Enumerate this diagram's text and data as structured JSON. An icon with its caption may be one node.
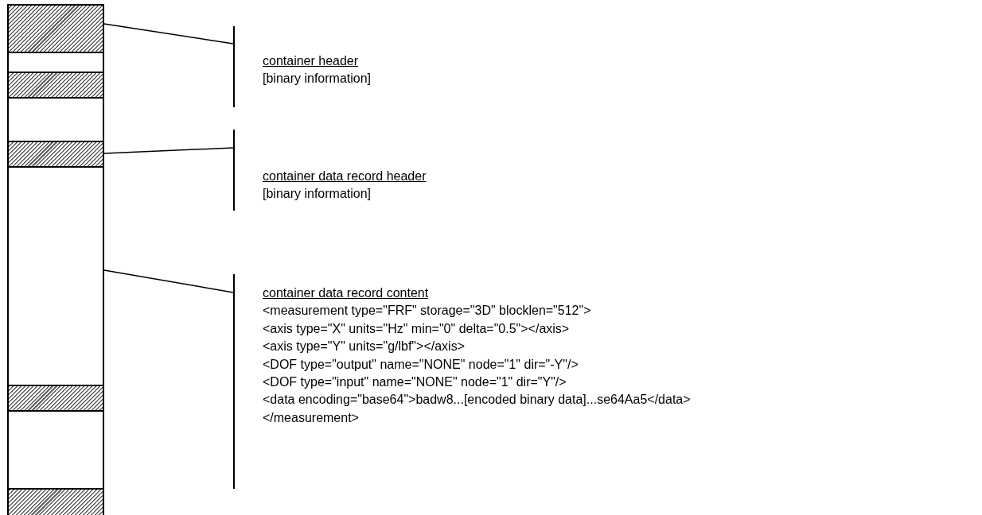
{
  "diagram": {
    "nodes": [
      {
        "text": [],
        "shape": "box"
      },
      {
        "text": [],
        "shape": "bar",
        "in": 0
      },
      {
        "text": [],
        "shape": "bar",
        "in": 0
      },
      {
        "text": [],
        "shape": "bar",
        "in": 0
      },
      {
        "text": [],
        "shape": "bar",
        "in": 0
      },
      {
        "text": [],
        "shape": "bar",
        "in": 0
      },
      {
        "text": [
          "container header",
          "[binary information]"
        ]
      },
      {
        "text": [
          "container data record header",
          "[binary information]"
        ]
      },
      {
        "text": [
          "container data record content",
          "<measurement type=\"FRF\" storage=\"3D\" blocklen=\"512\">",
          "<axis type=\"X\" units=\"Hz\" min=\"0\" delta=\"0.5\"></axis>",
          "<axis type=\"Y\" units=\"g/lbf\"></axis>",
          "<DOF type=\"output\" name=\"NONE\" node=\"1\" dir=\"-Y\"/>",
          "<DOF type=\"input\" name=\"NONE\" node=\"1\" dir=\"Y\"/>",
          "<data encoding=\"base64\">badw8...[encoded binary data]...se64Aa5</data>",
          "</measurement>"
        ]
      }
    ],
    "edges": [
      {
        "from": 6,
        "to": 1,
        "arrow": "none"
      },
      {
        "from": 7,
        "to": 3,
        "arrow": "none"
      },
      {
        "from": 8,
        "to": 0,
        "arrow": "none"
      }
    ]
  }
}
